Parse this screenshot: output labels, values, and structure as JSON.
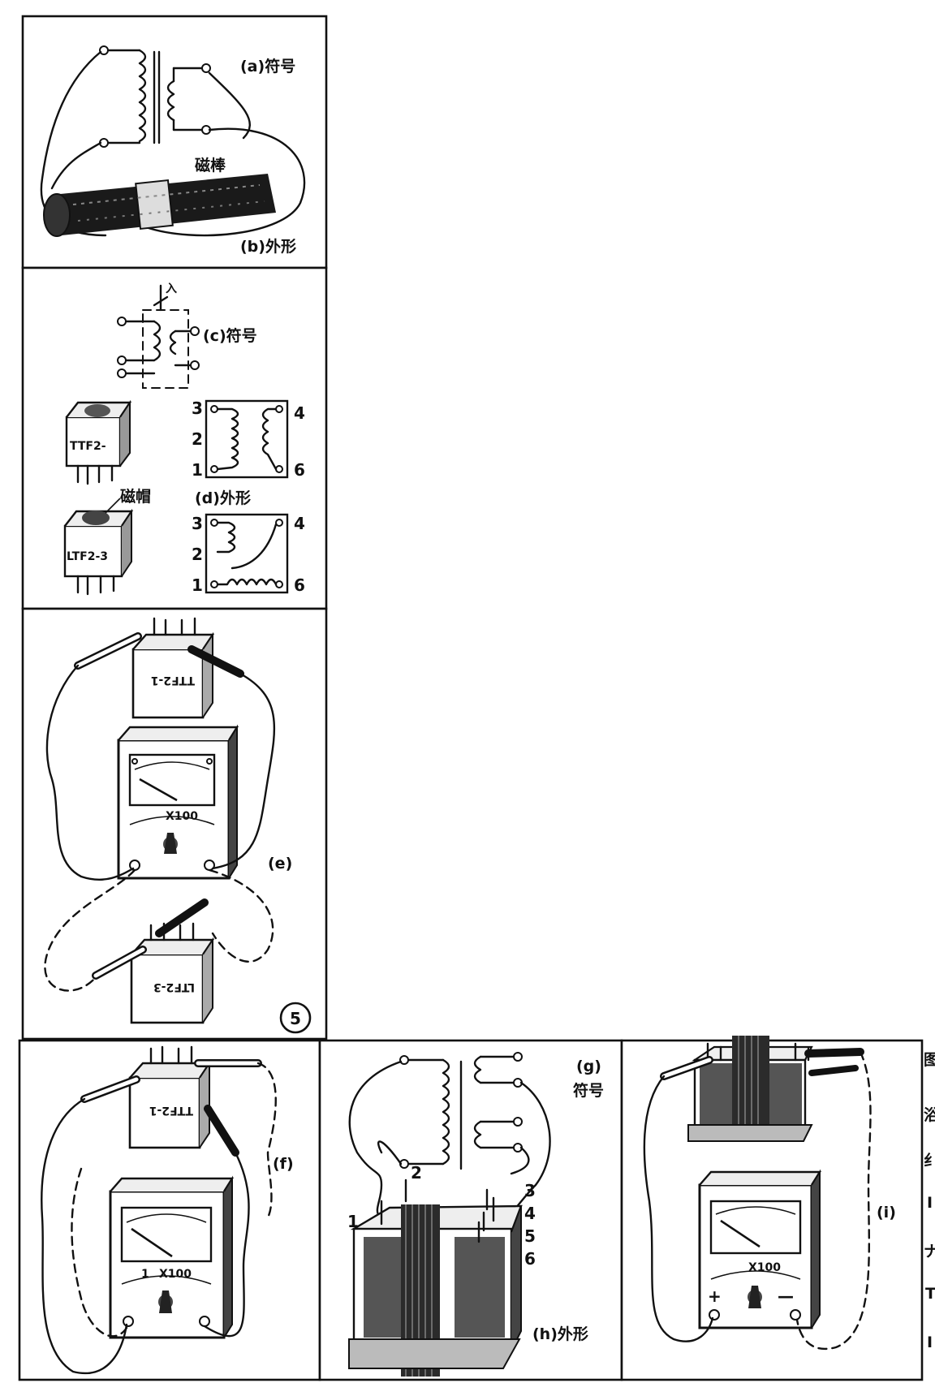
{
  "labels": {
    "a": "(a)符号",
    "rod": "磁棒",
    "b": "(b)外形",
    "c": "(c)符号",
    "in": "入",
    "cap": "磁帽",
    "d": "(d)外形",
    "e": "(e)",
    "fig_no": "5",
    "f": "(f)",
    "g": "(g)",
    "g2": "符号",
    "h": "(h)外形",
    "i": "(i)"
  },
  "component_marks": {
    "ttf_top": "TTF2-",
    "ttf_bottom": "LTF2-3",
    "e_upper": "TTF2-1",
    "e_lower": "LTF2-3",
    "f_unit": "TTF2-1"
  },
  "meter": {
    "scale": "X100",
    "scale_f_one": "1",
    "plus": "+",
    "minus": "—"
  },
  "pins_d": [
    "3",
    "2",
    "1",
    "4",
    "6"
  ],
  "pins_h": [
    "1",
    "2",
    "3",
    "4",
    "5",
    "6"
  ],
  "margin_chars": [
    "图",
    "浴",
    "纟",
    "I",
    "ナ",
    "T",
    "I"
  ]
}
